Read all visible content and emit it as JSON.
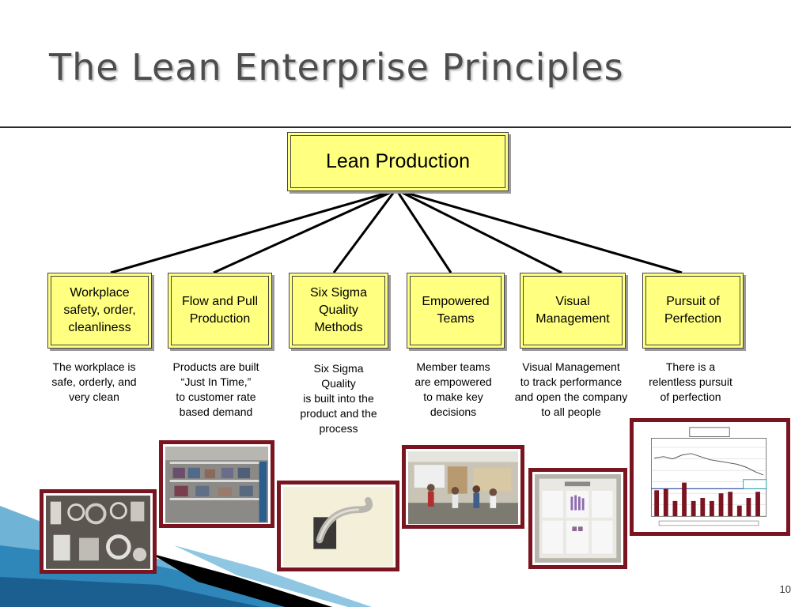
{
  "slide": {
    "title": "The Lean Enterprise Principles",
    "page_number": "10"
  },
  "diagram": {
    "root": {
      "label": "Lean Production"
    },
    "principles": [
      {
        "label": "Workplace\nsafety, order,\ncleanliness",
        "description": "The workplace is\nsafe, orderly, and\nvery clean"
      },
      {
        "label": "Flow and Pull\nProduction",
        "description": "Products are built\n“Just In Time,”\nto customer rate\nbased demand"
      },
      {
        "label": "Six Sigma\nQuality\nMethods",
        "description": "Six Sigma\nQuality\nis built into the\nproduct and the\nprocess"
      },
      {
        "label": "Empowered\nTeams",
        "description": "Member teams\nare empowered\nto make key\ndecisions"
      },
      {
        "label": "Visual\nManagement",
        "description": "Visual Management\nto track performance\nand open the company\nto all people"
      },
      {
        "label": "Pursuit of\nPerfection",
        "description": "There is a\nrelentless pursuit\nof perfection"
      }
    ]
  },
  "colors": {
    "box_fill": "#ffff80",
    "photo_frame": "#7a1420",
    "title": "#4d4d4d"
  }
}
